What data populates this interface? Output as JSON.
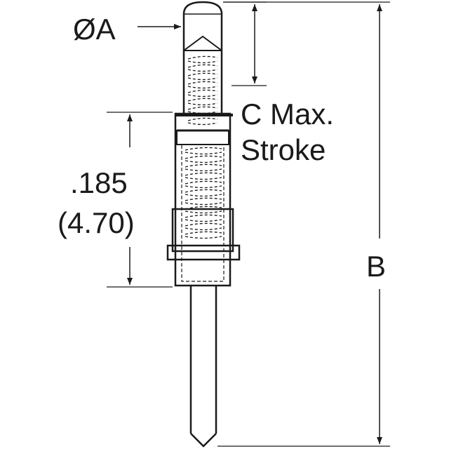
{
  "labels": {
    "diameter": "ØA",
    "stroke_line1": "C Max.",
    "stroke_line2": "Stroke",
    "dim_inch": ".185",
    "dim_mm": "(4.70)",
    "length": "B"
  },
  "colors": {
    "ink": "#1a1a1a",
    "background": "#ffffff"
  }
}
